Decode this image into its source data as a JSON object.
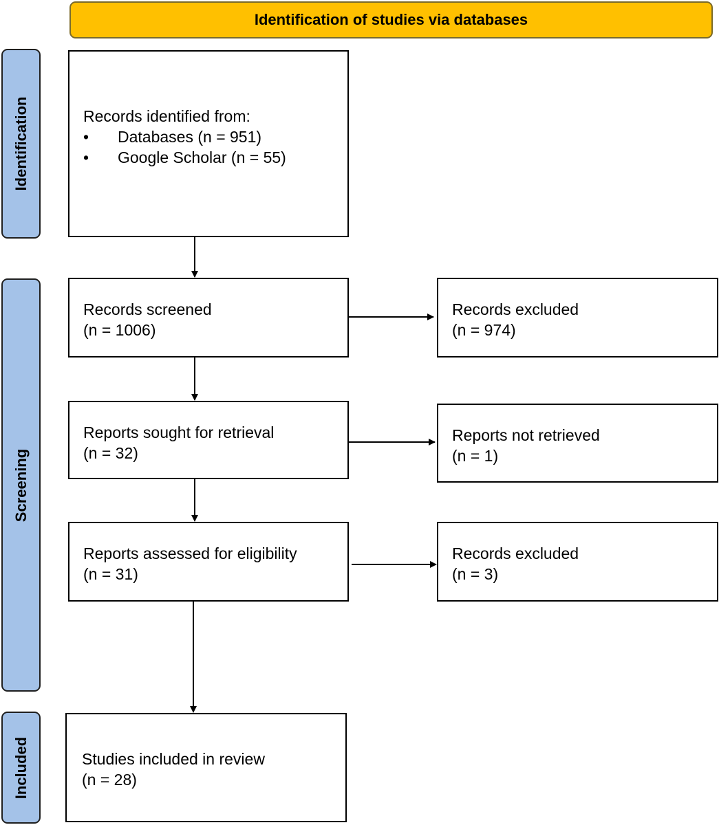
{
  "colors": {
    "header_fill": "#ffc000",
    "phase_fill": "#a4c2e8",
    "box_border": "#000000",
    "arrow": "#000000"
  },
  "header": {
    "title": "Identification of studies via databases"
  },
  "phases": {
    "identification": "Identification",
    "screening": "Screening",
    "included": "Included"
  },
  "boxes": {
    "records_identified": {
      "title": "Records identified from:",
      "bullets": [
        {
          "glyph": "•",
          "text": "Databases (n = 951)"
        },
        {
          "glyph": "•",
          "text": "Google Scholar (n = 55)"
        }
      ]
    },
    "records_screened": {
      "label": "Records screened",
      "count": "(n = 1006)"
    },
    "records_excluded_1": {
      "label": "Records excluded",
      "count": "(n = 974)"
    },
    "reports_sought": {
      "label": "Reports sought for retrieval",
      "count": "(n = 32)"
    },
    "reports_not_retrieved": {
      "label": "Reports not retrieved",
      "count": "(n = 1)"
    },
    "reports_assessed": {
      "label": "Reports assessed for eligibility",
      "count": "(n = 31)"
    },
    "records_excluded_2": {
      "label": "Records excluded",
      "count": "(n = 3)"
    },
    "studies_included": {
      "label": "Studies included in review",
      "count": "(n = 28)"
    }
  }
}
